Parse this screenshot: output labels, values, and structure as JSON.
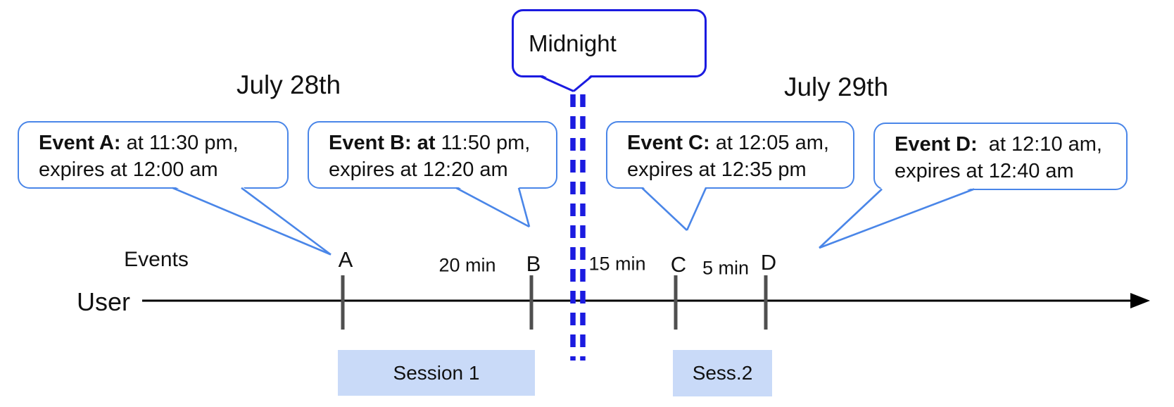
{
  "diagram_title": "event-session-timeline",
  "colors": {
    "event_bubble_border": "#4a86e8",
    "midnight_blue": "#1b1be0",
    "session_fill": "#c9daf8",
    "tick_gray": "#4f4f4f",
    "timeline_black": "#000000"
  },
  "dates": {
    "left": "July 28th",
    "right": "July 29th"
  },
  "midnight": {
    "label": "Midnight"
  },
  "events": [
    {
      "id": "A",
      "bold": "Event A:",
      "rest": " at 11:30 pm,",
      "line2": "expires at 12:00 am",
      "tick_label": "A"
    },
    {
      "id": "B",
      "bold": "Event B: at",
      "rest": " 11:50 pm,",
      "line2": "expires at 12:20 am",
      "tick_label": "B"
    },
    {
      "id": "C",
      "bold": "Event C:",
      "rest": " at 12:05 am,",
      "line2": "expires at 12:35 pm",
      "tick_label": "C"
    },
    {
      "id": "D",
      "bold": "Event D:",
      "rest": "  at 12:10 am,",
      "line2": "expires at 12:40 am",
      "tick_label": "D"
    }
  ],
  "timeline": {
    "row_label": "User",
    "events_label": "Events",
    "gaps": [
      "20 min",
      "15 min",
      "5 min"
    ]
  },
  "sessions": [
    {
      "label": "Session 1"
    },
    {
      "label": "Sess.2"
    }
  ]
}
